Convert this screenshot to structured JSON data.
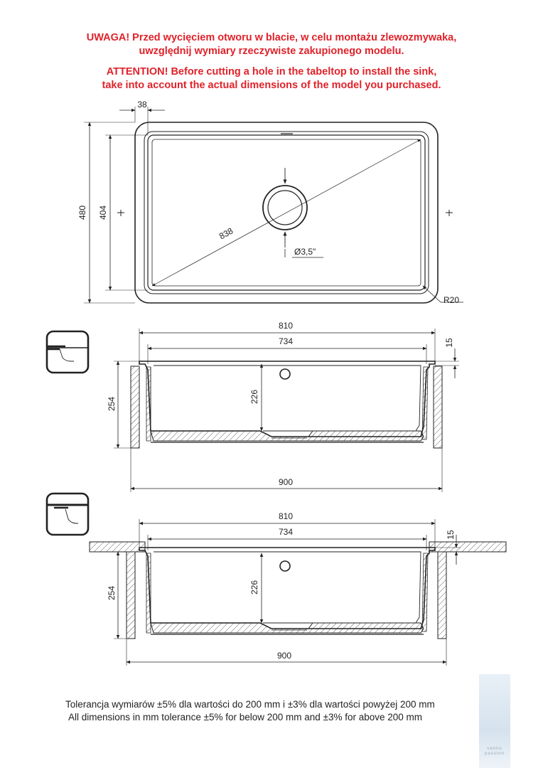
{
  "warning": {
    "pl_line1": "UWAGA! Przed wycięciem otworu w blacie, w celu montażu zlewozmywaka,",
    "pl_line2": "uwzględnij wymiary rzeczywiste zakupionego modelu.",
    "en_line1": "ATTENTION! Before cutting a hole in the tabeltop to install the sink,",
    "en_line2": "take into account the actual dimensions of the model you purchased."
  },
  "top_view": {
    "rim_width": "38",
    "outer_height": "480",
    "inner_height": "404",
    "diagonal": "838",
    "drain": "Ø3,5\"",
    "corner_radius": "R20"
  },
  "section_1": {
    "outer_width": "810",
    "inner_width": "734",
    "rim_depth": "15",
    "total_height": "254",
    "bowl_depth": "226",
    "cabinet_width": "900"
  },
  "section_2": {
    "outer_width": "810",
    "inner_width": "734",
    "rim_depth": "15",
    "total_height": "254",
    "bowl_depth": "226",
    "cabinet_width": "900"
  },
  "footer": {
    "pl": "Tolerancja wymiarów ±5% dla wartości do 200 mm i ±3% dla wartości powyżej 200 mm",
    "en": "All dimensions in mm tolerance ±5% for below 200 mm and ±3% for above 200 mm"
  },
  "brand": {
    "text": "vannu",
    "subtext": "passion"
  },
  "colors": {
    "warning": "#e0222a",
    "line": "#222222"
  }
}
